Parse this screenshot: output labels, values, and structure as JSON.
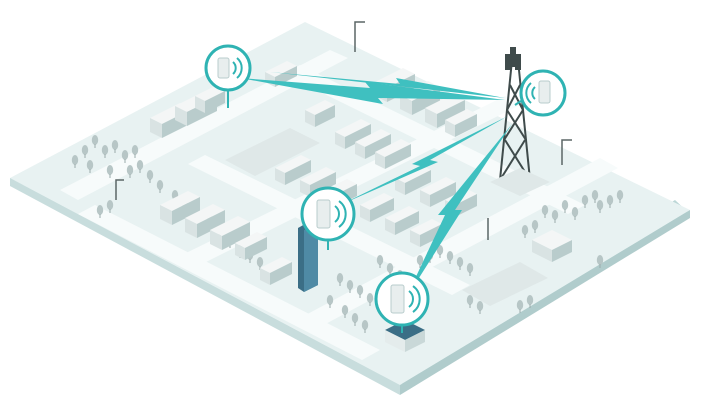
{
  "scene": {
    "type": "isometric-wireless-network-illustration",
    "colors": {
      "background": "#ffffff",
      "ground_top": "#e8f2f2",
      "ground_side": "#bcd7d7",
      "road": "#f7fbfb",
      "building_roof": "#f4f6f6",
      "building_wall": "#d9e3e3",
      "building_shadow": "#b9cccc",
      "tree": "#b7c6c6",
      "tower": "#3f4b4b",
      "accent": "#2fb3b3",
      "link": "#3fc0c0",
      "highlight_building": "#3b6e86"
    },
    "components": [
      {
        "id": "base-station-tower",
        "icon": "cell-tower"
      },
      {
        "id": "access-point-tower",
        "icon": "outdoor-cpe-unit"
      },
      {
        "id": "access-point-topleft",
        "icon": "outdoor-cpe-unit"
      },
      {
        "id": "access-point-center",
        "icon": "outdoor-cpe-unit"
      },
      {
        "id": "access-point-bottom",
        "icon": "outdoor-cpe-unit"
      }
    ],
    "links": [
      {
        "from": "base-station-tower",
        "to": "access-point-topleft",
        "style": "lightning-bolt"
      },
      {
        "from": "base-station-tower",
        "to": "access-point-center",
        "style": "lightning-bolt"
      },
      {
        "from": "base-station-tower",
        "to": "access-point-bottom",
        "style": "lightning-bolt"
      },
      {
        "from": "base-station-tower",
        "to": "top-block",
        "style": "lightning-bolt"
      }
    ]
  }
}
